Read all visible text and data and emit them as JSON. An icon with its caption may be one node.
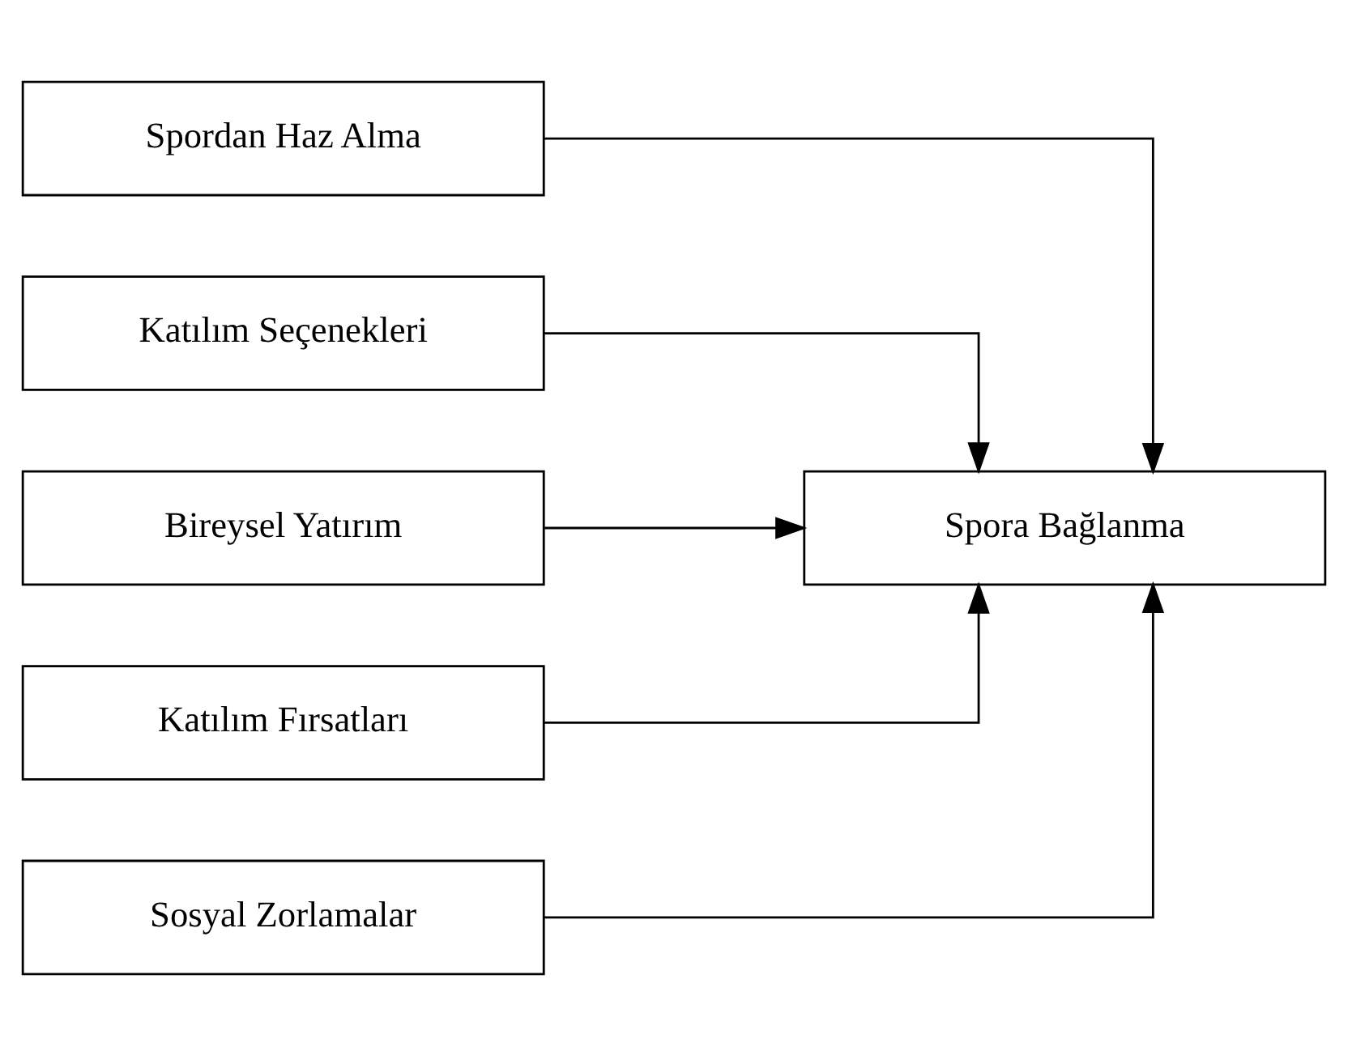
{
  "diagram": {
    "nodes": [
      {
        "text": [
          "Spordan Haz Alma"
        ]
      },
      {
        "text": [
          "Katılım Seçenekleri"
        ]
      },
      {
        "text": [
          "Bireysel Yatırım"
        ]
      },
      {
        "text": [
          "Katılım Fırsatları"
        ]
      },
      {
        "text": [
          "Sosyal Zorlamalar"
        ]
      },
      {
        "text": [
          "Spora Bağlanma"
        ]
      }
    ],
    "edges": [
      {
        "from": 0,
        "to": 5,
        "arrow": "to"
      },
      {
        "from": 1,
        "to": 5,
        "arrow": "to"
      },
      {
        "from": 2,
        "to": 5,
        "arrow": "to"
      },
      {
        "from": 3,
        "to": 5,
        "arrow": "to"
      },
      {
        "from": 4,
        "to": 5,
        "arrow": "to"
      }
    ]
  }
}
